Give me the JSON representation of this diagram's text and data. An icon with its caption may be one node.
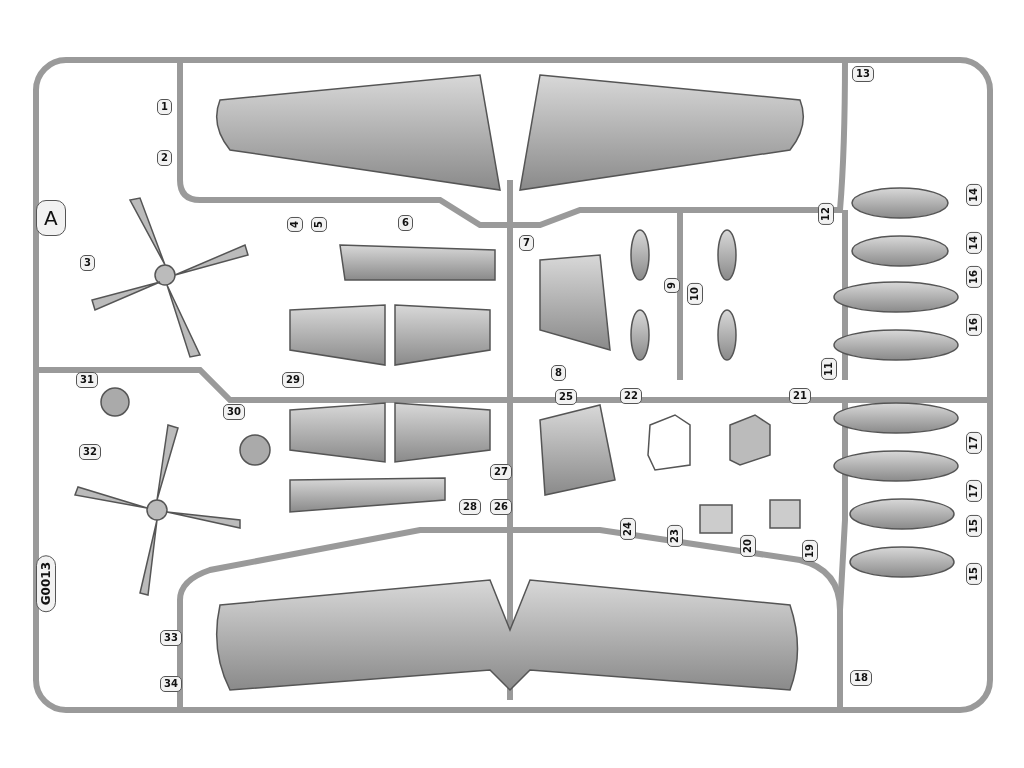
{
  "diagram": {
    "labels": [
      "13",
      "1",
      "2",
      "A",
      "14",
      "12",
      "4",
      "5",
      "6",
      "7",
      "14",
      "3",
      "16",
      "9",
      "10",
      "16",
      "11",
      "8",
      "31",
      "29",
      "25",
      "22",
      "21",
      "30",
      "17",
      "32",
      "27",
      "17",
      "28",
      "26",
      "24",
      "15",
      "23",
      "20",
      "19",
      "15",
      "G0013",
      "33",
      "34",
      "18"
    ]
  }
}
